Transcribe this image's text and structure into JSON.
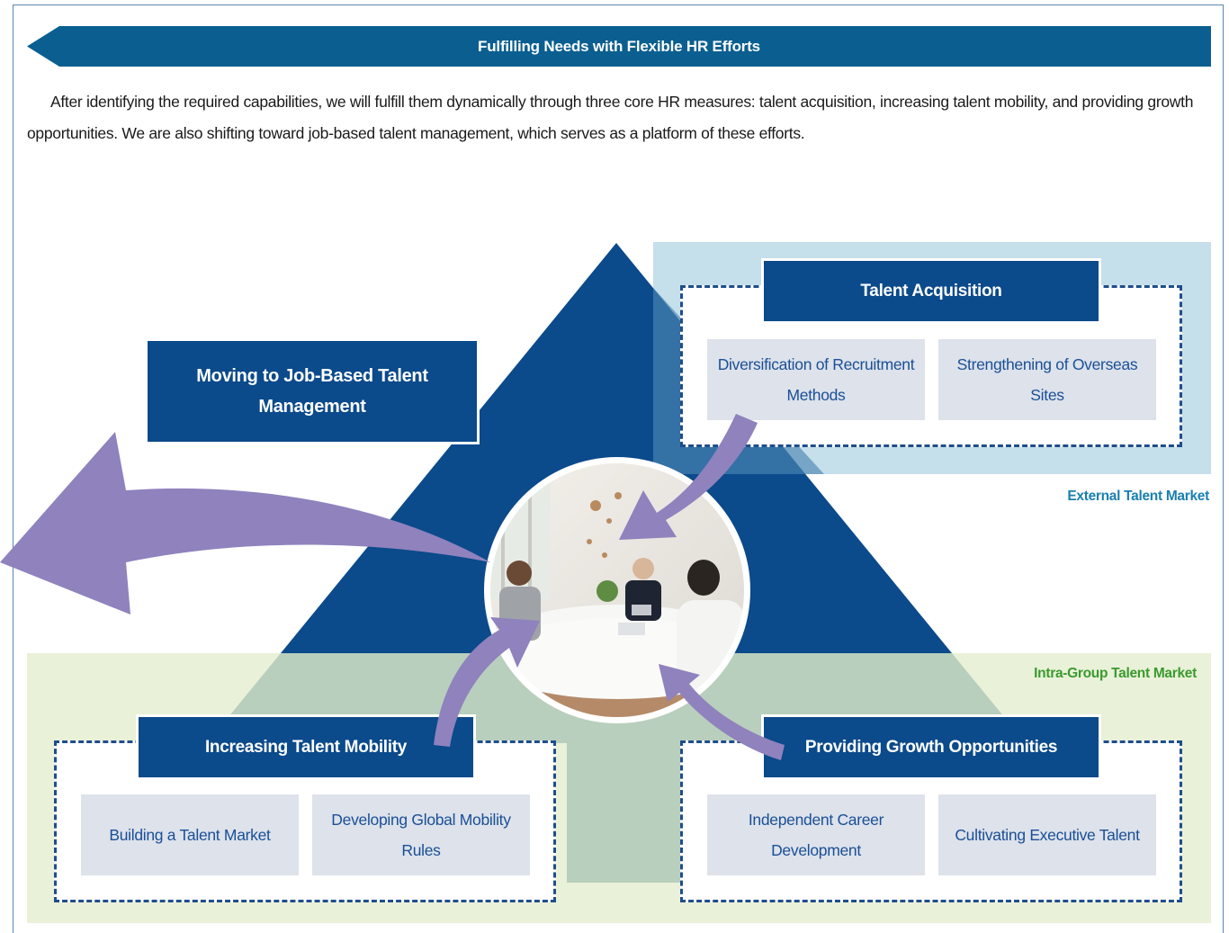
{
  "header": {
    "title": "Fulfilling Needs with Flexible HR Efforts"
  },
  "intro": {
    "text": "After identifying the required capabilities, we will fulfill them dynamically through three core HR measures: talent acquisition, increasing talent mobility, and providing growth opportunities. We are also shifting toward job-based talent management, which serves as a platform of these efforts."
  },
  "markets": {
    "external": "External Talent Market",
    "intra_group": "Intra-Group Talent Market"
  },
  "platform": {
    "label": "Moving to Job-Based Talent Management"
  },
  "talent_acquisition": {
    "title": "Talent Acquisition",
    "items": [
      "Diversification of Recruitment Methods",
      "Strengthening of Overseas Sites"
    ]
  },
  "talent_mobility": {
    "title": "Increasing Talent Mobility",
    "items": [
      "Building a Talent Market",
      "Developing Global Mobility Rules"
    ]
  },
  "growth": {
    "title": "Providing Growth Opportunities",
    "items": [
      "Independent Career Development",
      "Cultivating Executive Talent"
    ]
  },
  "colors": {
    "navy": "#0b4a8b",
    "banner": "#0a5f90",
    "arrow": "#8f82bd",
    "external_bg": "#96c4da",
    "intra_bg": "#e9f1d8",
    "sub_box": "#dde2eb"
  },
  "icons": {
    "meeting_photo": "meeting-photo"
  }
}
